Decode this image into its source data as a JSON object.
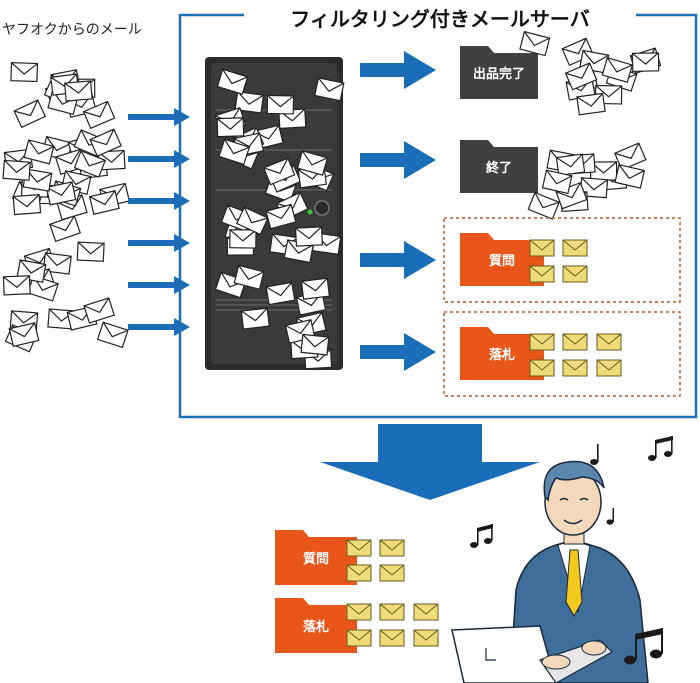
{
  "source_label": "ヤフオクからのメール",
  "server_title": "フィルタリング付きメールサーバ",
  "folders": {
    "shipped": "出品完了",
    "ended": "終了",
    "question": "質問",
    "winning_bid": "落札"
  },
  "bottom_folders": {
    "question": "質問",
    "winning_bid": "落札"
  },
  "colors": {
    "frame_blue": "#1f6fb2",
    "arrow_blue": "#1b6db8",
    "folder_dark": "#404040",
    "folder_orange": "#e8561a",
    "mail_yellow": "#eedc7a",
    "server_body": "#2c2c2c",
    "dashed_border": "#c0592a"
  },
  "icons": [
    "envelope-icon",
    "folder-icon",
    "arrow-right-icon",
    "arrow-down-icon",
    "music-note-icon",
    "laptop-icon",
    "businessman-illustration"
  ]
}
